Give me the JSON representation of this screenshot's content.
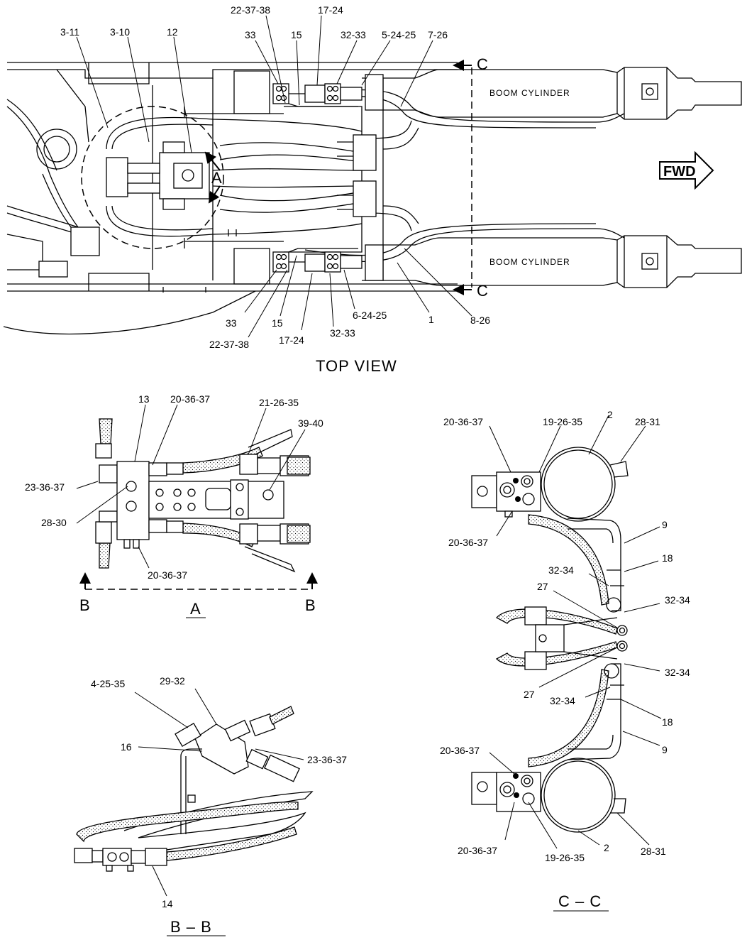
{
  "views": {
    "top": {
      "title": "TOP VIEW",
      "section_letter": "C",
      "detail_letter": "A"
    },
    "a": {
      "title": "A",
      "section_letter": "B"
    },
    "bb": {
      "title": "B – B"
    },
    "cc": {
      "title": "C – C"
    }
  },
  "cylinder_label": "BOOM CYLINDER",
  "fwd_label": "FWD",
  "callouts": {
    "t_3_11": "3-11",
    "t_3_10": "3-10",
    "t_12": "12",
    "t_33_top": "33",
    "t_22_37_38_top": "22-37-38",
    "t_15_top": "15",
    "t_17_24_top": "17-24",
    "t_32_33_top": "32-33",
    "t_5_24_25": "5-24-25",
    "t_7_26": "7-26",
    "t_33_bot": "33",
    "t_22_37_38_bot": "22-37-38",
    "t_15_bot": "15",
    "t_17_24_bot": "17-24",
    "t_32_33_bot": "32-33",
    "t_6_24_25": "6-24-25",
    "t_1": "1",
    "t_8_26": "8-26",
    "a_13": "13",
    "a_20_36_37_top": "20-36-37",
    "a_21_26_35": "21-26-35",
    "a_39_40": "39-40",
    "a_23_36_37": "23-36-37",
    "a_28_30": "28-30",
    "a_20_36_37_bot": "20-36-37",
    "b_4_25_35": "4-25-35",
    "b_29_32": "29-32",
    "b_16": "16",
    "b_23_36_37": "23-36-37",
    "b_14": "14",
    "c_20_36_37_a": "20-36-37",
    "c_19_26_35_a": "19-26-35",
    "c_2_a": "2",
    "c_28_31_a": "28-31",
    "c_20_36_37_b": "20-36-37",
    "c_9_a": "9",
    "c_18_a": "18",
    "c_32_34_a": "32-34",
    "c_27_a": "27",
    "c_32_34_b": "32-34",
    "c_32_34_c": "32-34",
    "c_27_b": "27",
    "c_32_34_d": "32-34",
    "c_18_b": "18",
    "c_20_36_37_c": "20-36-37",
    "c_9_b": "9",
    "c_20_36_37_d": "20-36-37",
    "c_19_26_35_b": "19-26-35",
    "c_2_b": "2",
    "c_28_31_b": "28-31"
  }
}
